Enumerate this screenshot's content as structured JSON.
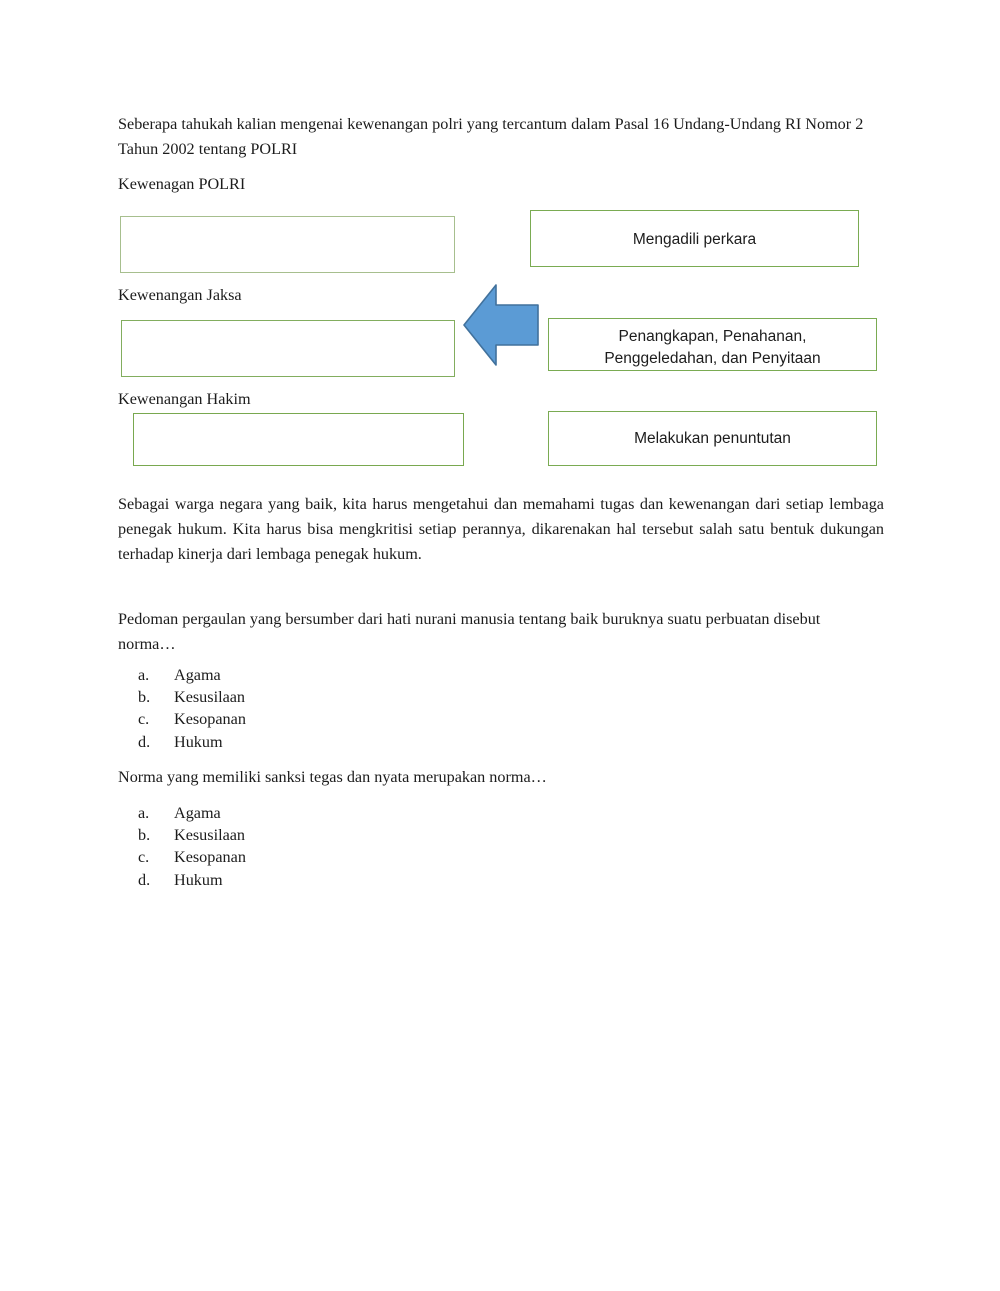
{
  "document": {
    "intro_paragraph": "Seberapa tahukah kalian mengenai kewenangan polri yang tercantum dalam Pasal 16 Undang-Undang RI Nomor 2 Tahun 2002 tentang POLRI",
    "closing_paragraph": "Sebagai warga negara yang baik, kita harus mengetahui dan memahami tugas dan kewenangan dari setiap lembaga penegak hukum. Kita harus bisa mengkritisi setiap perannya, dikarenakan hal tersebut salah satu bentuk dukungan terhadap kinerja dari lembaga penegak hukum."
  },
  "matching_activity": {
    "labels": {
      "polri": "Kewenagan POLRI",
      "jaksa": "Kewenangan Jaksa",
      "hakim": "Kewenangan Hakim"
    },
    "answer_boxes": [
      {
        "id": "answer-polri",
        "value": ""
      },
      {
        "id": "answer-jaksa",
        "value": ""
      },
      {
        "id": "answer-hakim",
        "value": ""
      }
    ],
    "prompt_boxes": [
      {
        "id": "prompt-mengadili",
        "line1": "Mengadili perkara",
        "line2": ""
      },
      {
        "id": "prompt-penangkapan",
        "line1": "Penangkapan, Penahanan,",
        "line2": "Penggeledahan, dan Penyitaan"
      },
      {
        "id": "prompt-penuntutan",
        "line1": "Melakukan penuntutan",
        "line2": ""
      }
    ],
    "arrow": {
      "direction": "left",
      "fill_color": "#5B9BD5",
      "stroke_color": "#41719C"
    },
    "box_border_color": "#7AAB52"
  },
  "questions": [
    {
      "text": "Pedoman pergaulan yang bersumber dari hati nurani manusia tentang baik buruknya suatu perbuatan disebut norma…",
      "options": [
        {
          "marker": "a.",
          "text": "Agama"
        },
        {
          "marker": "b.",
          "text": "Kesusilaan"
        },
        {
          "marker": "c.",
          "text": "Kesopanan"
        },
        {
          "marker": "d.",
          "text": "Hukum"
        }
      ]
    },
    {
      "text": "Norma yang memiliki sanksi tegas dan nyata merupakan norma…",
      "options": [
        {
          "marker": "a.",
          "text": "Agama"
        },
        {
          "marker": "b.",
          "text": "Kesusilaan"
        },
        {
          "marker": "c.",
          "text": "Kesopanan"
        },
        {
          "marker": "d.",
          "text": "Hukum"
        }
      ]
    }
  ]
}
